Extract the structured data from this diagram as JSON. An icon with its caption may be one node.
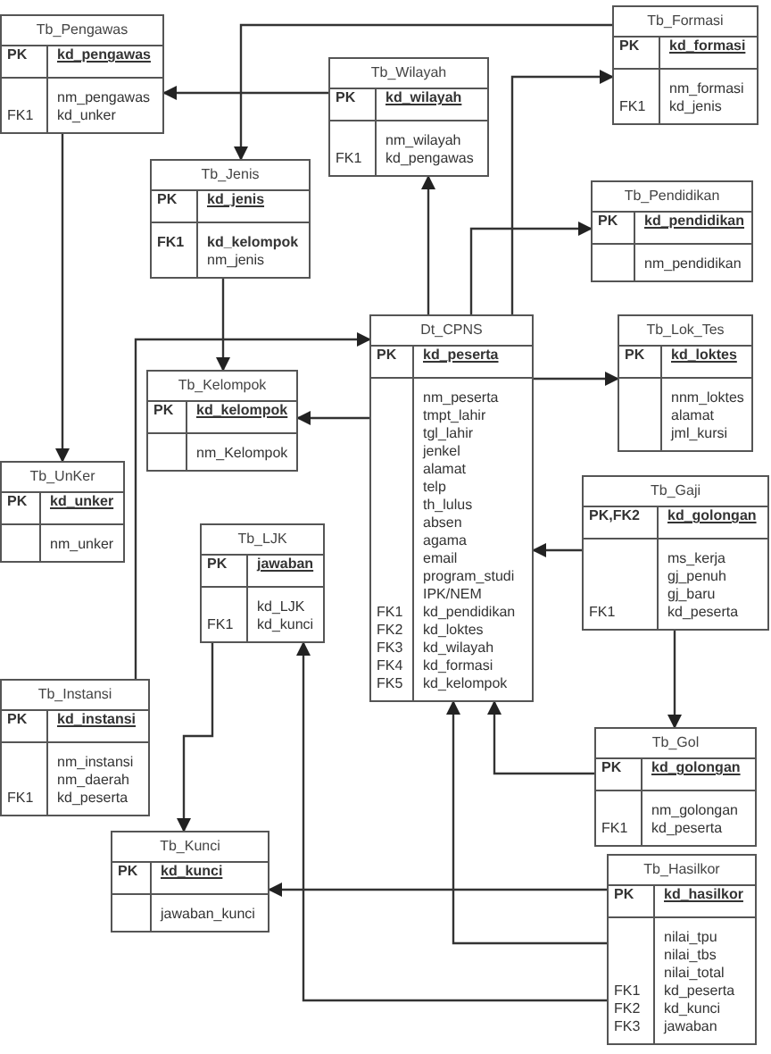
{
  "diagram": {
    "nodes": [
      {
        "text": [
          "Tb_Pengawas",
          "PK",
          "kd_pengawas",
          "nm_pengawas",
          "FK1",
          "kd_unker"
        ]
      },
      {
        "text": [
          "Tb_Formasi",
          "PK",
          "kd_formasi",
          "nm_formasi",
          "FK1",
          "kd_jenis"
        ]
      },
      {
        "text": [
          "Tb_Wilayah",
          "PK",
          "kd_wilayah",
          "nm_wilayah",
          "FK1",
          "kd_pengawas"
        ]
      },
      {
        "text": [
          "Tb_Jenis",
          "PK",
          "kd_jenis",
          "FK1",
          "kd_kelompok",
          "nm_jenis"
        ]
      },
      {
        "text": [
          "Tb_Pendidikan",
          "PK",
          "kd_pendidikan",
          "nm_pendidikan"
        ]
      },
      {
        "text": [
          "Dt_CPNS",
          "PK",
          "kd_peserta",
          "nm_peserta",
          "tmpt_lahir",
          "tgl_lahir",
          "jenkel",
          "alamat",
          "telp",
          "th_lulus",
          "absen",
          "agama",
          "email",
          "program_studi",
          "IPK/NEM",
          "FK1",
          "kd_pendidikan",
          "FK2",
          "kd_loktes",
          "FK3",
          "kd_wilayah",
          "FK4",
          "kd_formasi",
          "FK5",
          "kd_kelompok"
        ]
      },
      {
        "text": [
          "Tb_Lok_Tes",
          "PK",
          "kd_loktes",
          "nnm_loktes",
          "alamat",
          "jml_kursi"
        ]
      },
      {
        "text": [
          "Tb_Kelompok",
          "PK",
          "kd_kelompok",
          "nm_Kelompok"
        ]
      },
      {
        "text": [
          "Tb_Gaji",
          "PK,FK2",
          "kd_golongan",
          "ms_kerja",
          "gj_penuh",
          "gj_baru",
          "FK1",
          "kd_peserta"
        ]
      },
      {
        "text": [
          "Tb_UnKer",
          "PK",
          "kd_unker",
          "nm_unker"
        ]
      },
      {
        "text": [
          "Tb_LJK",
          "PK",
          "jawaban",
          "kd_LJK",
          "FK1",
          "kd_kunci"
        ]
      },
      {
        "text": [
          "Tb_Instansi",
          "PK",
          "kd_instansi",
          "nm_instansi",
          "nm_daerah",
          "FK1",
          "kd_peserta"
        ]
      },
      {
        "text": [
          "Tb_Gol",
          "PK",
          "kd_golongan",
          "nm_golongan",
          "FK1",
          "kd_peserta"
        ]
      },
      {
        "text": [
          "Tb_Kunci",
          "PK",
          "kd_kunci",
          "jawaban_kunci"
        ]
      },
      {
        "text": [
          "Tb_Hasilkor",
          "PK",
          "kd_hasilkor",
          "nilai_tpu",
          "nilai_tbs",
          "nilai_total",
          "FK1",
          "kd_peserta",
          "FK2",
          "kd_kunci",
          "FK3",
          "jawaban"
        ]
      }
    ],
    "edges": [
      {
        "from": 1,
        "to": 3,
        "arrow": "to"
      },
      {
        "from": 2,
        "to": 0,
        "arrow": "to"
      },
      {
        "from": 0,
        "to": 9,
        "arrow": "to"
      },
      {
        "from": 3,
        "to": 7,
        "arrow": "to"
      },
      {
        "from": 5,
        "to": 2,
        "arrow": "to"
      },
      {
        "from": 5,
        "to": 4,
        "arrow": "to"
      },
      {
        "from": 5,
        "to": 1,
        "arrow": "to"
      },
      {
        "from": 5,
        "to": 6,
        "arrow": "to"
      },
      {
        "from": 5,
        "to": 7,
        "arrow": "to"
      },
      {
        "from": 11,
        "to": 5,
        "arrow": "to"
      },
      {
        "from": 8,
        "to": 5,
        "arrow": "to"
      },
      {
        "from": 8,
        "to": 12,
        "arrow": "to"
      },
      {
        "from": 12,
        "to": 5,
        "arrow": "to"
      },
      {
        "from": 14,
        "to": 13,
        "arrow": "to"
      },
      {
        "from": 14,
        "to": 5,
        "arrow": "to"
      },
      {
        "from": 14,
        "to": 10,
        "arrow": "to"
      },
      {
        "from": 10,
        "to": 13,
        "arrow": "to"
      }
    ]
  }
}
